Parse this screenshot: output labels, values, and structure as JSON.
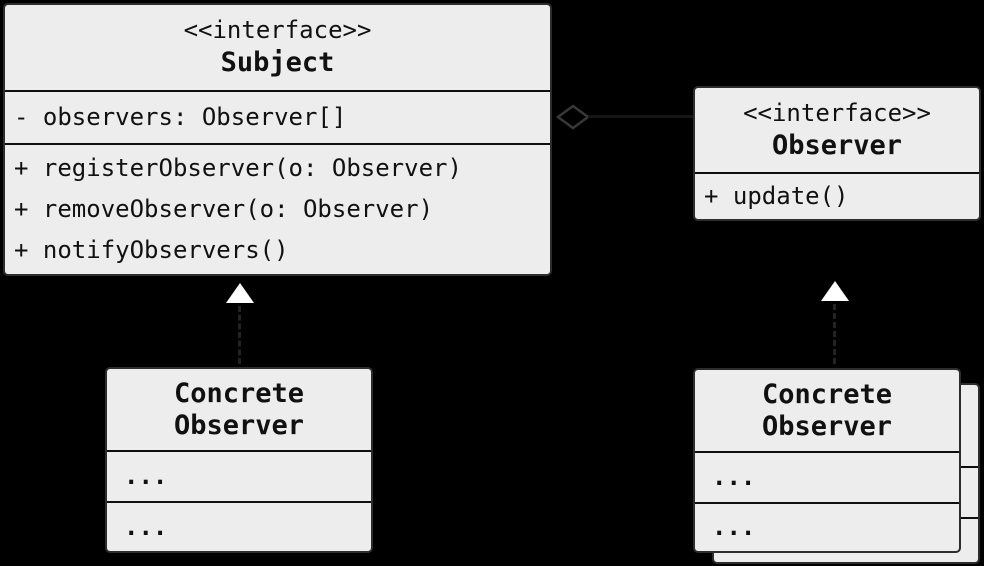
{
  "classes": {
    "subject": {
      "stereotype": "<<interface>>",
      "name": "Subject",
      "attributes": [
        "- observers: Observer[]"
      ],
      "methods": [
        "+ registerObserver(o: Observer)",
        "+ removeObserver(o: Observer)",
        "+ notifyObservers()"
      ]
    },
    "observer": {
      "stereotype": "<<interface>>",
      "name": "Observer",
      "methods": [
        "+ update()"
      ]
    },
    "concrete_left": {
      "name_line1": "Concrete",
      "name_line2": "Observer",
      "attributes": [
        "..."
      ],
      "methods": [
        "..."
      ]
    },
    "concrete_right": {
      "name_line1": "Concrete",
      "name_line2": "Observer",
      "attributes": [
        "..."
      ],
      "methods": [
        "..."
      ]
    }
  },
  "relations": {
    "left_realization": "implements",
    "right_realization": "implements",
    "aggregation": "Subject has Observers"
  },
  "colors": {
    "background": "#000000",
    "box_fill": "#ededed",
    "box_border": "#2d2d2d",
    "divider": "#0f0f0f",
    "text": "#111111",
    "arrow_fill": "#ffffff",
    "dashed_line": "#232323",
    "diamond_stroke": "#383838"
  }
}
